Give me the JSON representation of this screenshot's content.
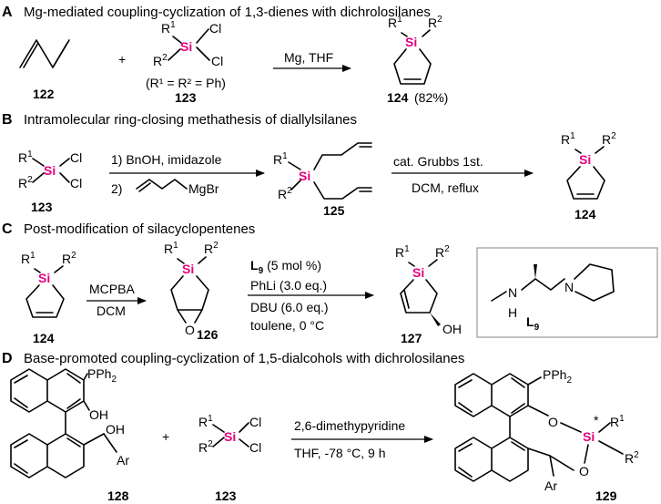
{
  "sections": [
    {
      "letter": "A",
      "title": "Mg-mediated coupling-cyclization of 1,3-dienes with dichrolosilanes"
    },
    {
      "letter": "B",
      "title": "Intramolecular ring-closing methathesis of diallylsilanes"
    },
    {
      "letter": "C",
      "title": "Post-modification of silacyclopentenes"
    },
    {
      "letter": "D",
      "title": "Base-promoted coupling-cyclization of 1,5-dialcohols with dichrolosilanes"
    }
  ],
  "atoms": {
    "si": "Si",
    "cl": "Cl",
    "r1": "R",
    "r1_sup": "1",
    "r2": "R",
    "r2_sup": "2",
    "o": "O",
    "oh": "OH",
    "ar": "Ar",
    "n": "N",
    "h": "H",
    "pph2": "PPh",
    "pph2_sub": "2",
    "star": "*"
  },
  "compounds": {
    "c122": "122",
    "c123": "123",
    "c124": "124",
    "c124_yield": "(82%)",
    "c125": "125",
    "c126": "126",
    "c127": "127",
    "c128": "128",
    "c129": "129",
    "l9": "L",
    "l9_sub": "9"
  },
  "plus": "+",
  "A": {
    "cond_above": "Mg, THF",
    "constraint": "(R¹ = R² = Ph)"
  },
  "B": {
    "step1": "1) BnOH, imidazole",
    "step2": "2)",
    "mgbr": "MgBr",
    "cond_above": "cat. Grubbs 1st.",
    "cond_below": "DCM, reflux"
  },
  "C": {
    "mcpba": "MCPBA",
    "dcm": "DCM",
    "l9_loading": "(5 mol %)",
    "phli": "PhLi (3.0 eq.)",
    "dbu": "DBU (6.0 eq.)",
    "toluene": "toulene, 0 °C"
  },
  "D": {
    "cond_above": "2,6-dimethypyridine",
    "cond_below": "THF, -78 °C, 9 h"
  },
  "colors": {
    "silicon": "#e6007e",
    "text": "#000000"
  }
}
